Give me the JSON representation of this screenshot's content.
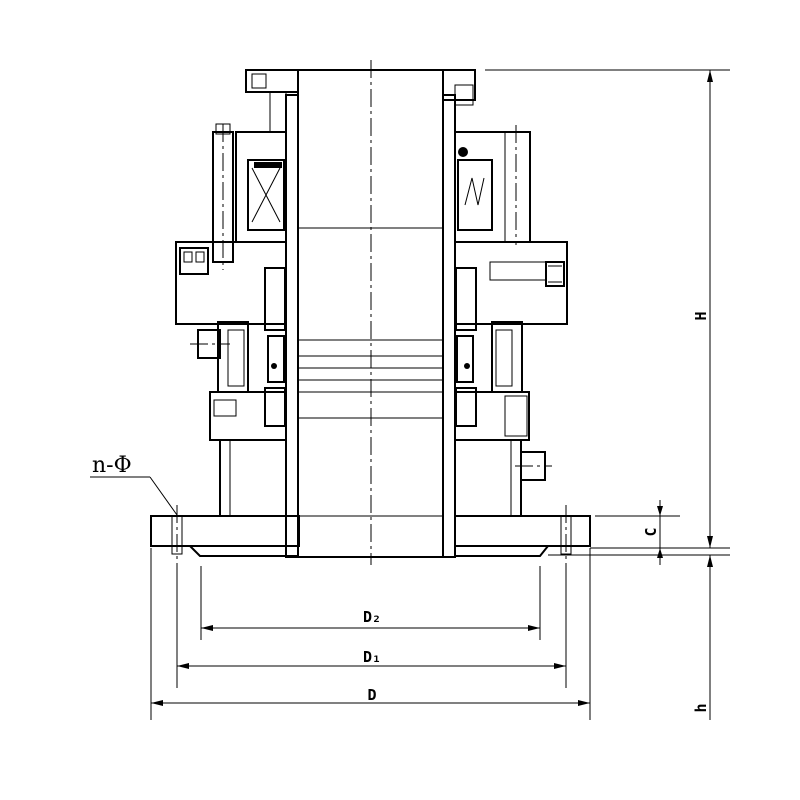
{
  "drawing": {
    "kind": "mechanical seal assembly cross-section",
    "line_color": "#000000",
    "background": "#ffffff",
    "labels": {
      "n_phi": "n-Φ",
      "D2": "D₂",
      "D1": "D₁",
      "D": "D",
      "H": "H",
      "h": "h",
      "C": "C"
    }
  }
}
